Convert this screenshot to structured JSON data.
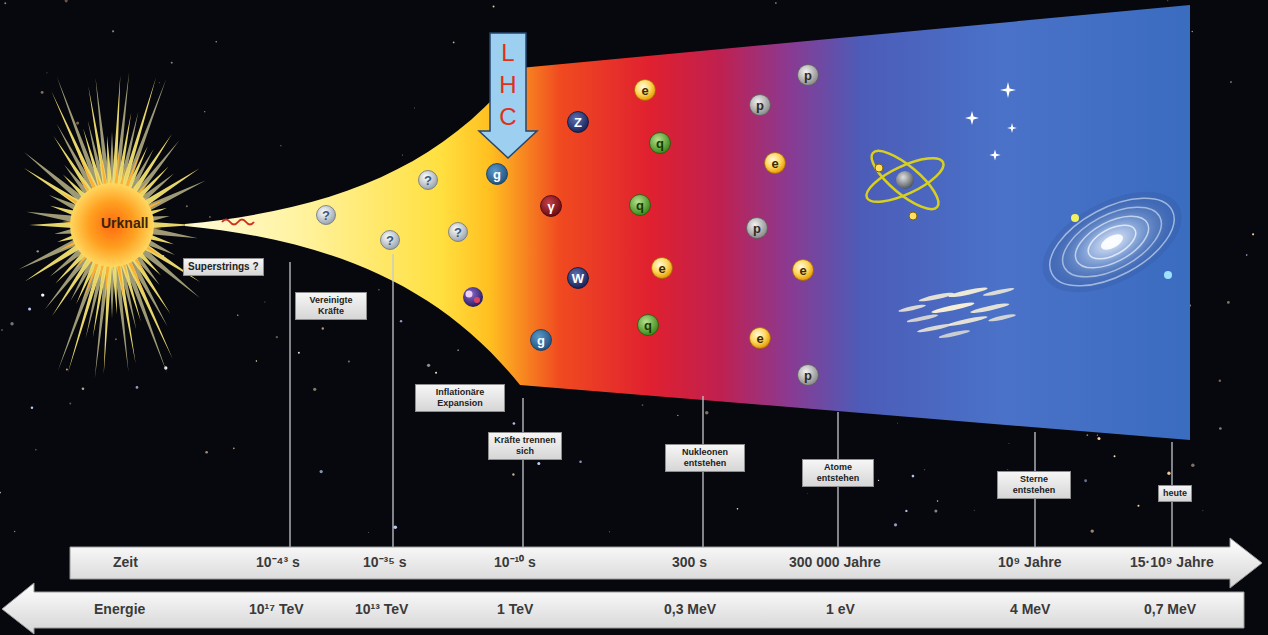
{
  "diagram": {
    "nodes": [
      {
        "text": [
          "Urknall"
        ]
      },
      {
        "text": [
          "Superstrings ?"
        ]
      },
      {
        "text": [
          "Vereinigte Kräfte"
        ]
      },
      {
        "text": [
          "?"
        ]
      },
      {
        "text": [
          "?"
        ]
      },
      {
        "text": [
          "?"
        ]
      },
      {
        "text": [
          "?"
        ]
      },
      {
        "text": [
          "Inflationäre Expansion"
        ]
      },
      {
        "text": [
          "L H C"
        ]
      },
      {
        "text": [
          "g"
        ]
      },
      {
        "text": [
          "Kräfte trennen sich"
        ]
      },
      {
        "text": [
          "γ"
        ]
      },
      {
        "text": [
          "g"
        ]
      },
      {
        "text": [
          "Z"
        ]
      },
      {
        "text": [
          "W"
        ]
      },
      {
        "text": [
          "e"
        ]
      },
      {
        "text": [
          "q"
        ]
      },
      {
        "text": [
          "q"
        ]
      },
      {
        "text": [
          "e"
        ]
      },
      {
        "text": [
          "q"
        ]
      },
      {
        "text": [
          "Nukleonen entstehen"
        ]
      },
      {
        "text": [
          "p"
        ]
      },
      {
        "text": [
          "p"
        ]
      },
      {
        "text": [
          "e"
        ]
      },
      {
        "text": [
          "p"
        ]
      },
      {
        "text": [
          "e"
        ]
      },
      {
        "text": [
          "e"
        ]
      },
      {
        "text": [
          "p"
        ]
      },
      {
        "text": [
          "Atome entstehen"
        ]
      },
      {
        "text": [
          "Sterne entstehen"
        ]
      },
      {
        "text": [
          "heute"
        ]
      },
      {
        "text": [
          "Zeit",
          "10⁻⁴³ s",
          "10⁻³⁵ s",
          "10⁻¹⁰ s",
          "300 s",
          "300 000 Jahre",
          "10⁹ Jahre",
          "15·10⁹ Jahre"
        ]
      },
      {
        "text": [
          "Energie",
          "10¹⁷ TeV",
          "10¹³ TeV",
          "1 TeV",
          "0,3 MeV",
          "1 eV",
          "4 MeV",
          "0,7 MeV"
        ]
      }
    ]
  }
}
